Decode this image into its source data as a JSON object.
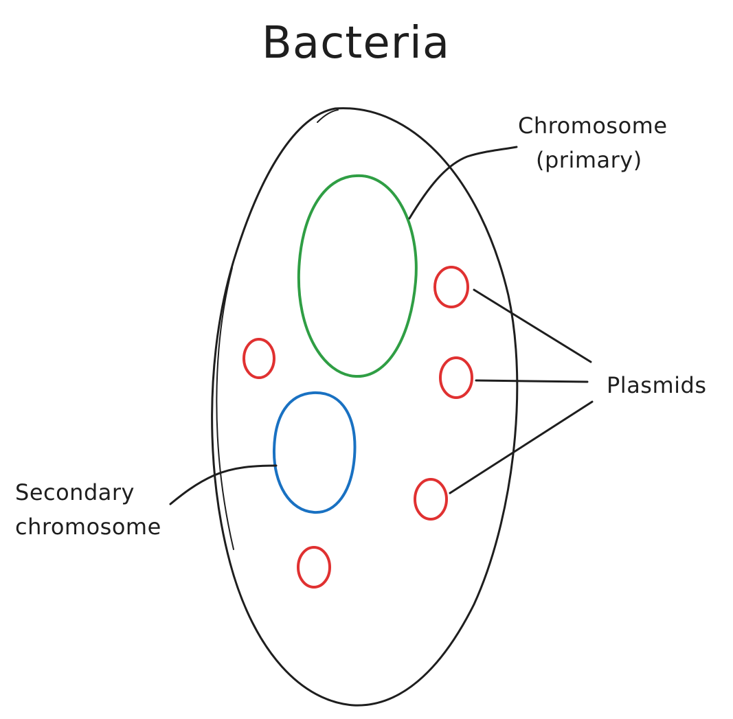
{
  "title": "Bacteria",
  "labels": {
    "chromosome_primary_line1": "Chromosome",
    "chromosome_primary_line2": "(primary)",
    "plasmids": "Plasmids",
    "secondary_line1": "Secondary",
    "secondary_line2": "chromosome"
  },
  "colors": {
    "ink": "#1e1e1e",
    "primary_chromosome": "#2f9e44",
    "secondary_chromosome": "#1971c2",
    "plasmid": "#e03131",
    "background": "#ffffff"
  }
}
